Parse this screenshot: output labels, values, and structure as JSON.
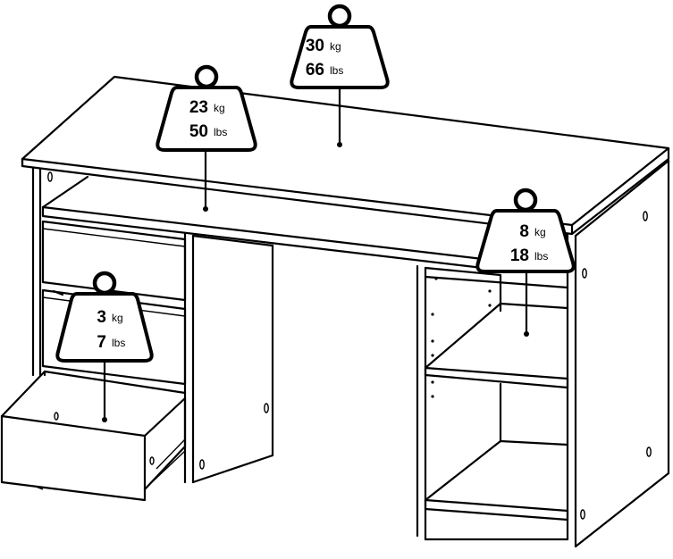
{
  "weights": [
    {
      "id": "top",
      "value_kg": "30",
      "unit_kg": "kg",
      "value_lbs": "66",
      "unit_lbs": "lbs"
    },
    {
      "id": "keyboard-shelf",
      "value_kg": "23",
      "unit_kg": "kg",
      "value_lbs": "50",
      "unit_lbs": "lbs"
    },
    {
      "id": "side-shelf",
      "value_kg": "8",
      "unit_kg": "kg",
      "value_lbs": "18",
      "unit_lbs": "lbs"
    },
    {
      "id": "drawer",
      "value_kg": "3",
      "unit_kg": "kg",
      "value_lbs": "7",
      "unit_lbs": "lbs"
    }
  ]
}
